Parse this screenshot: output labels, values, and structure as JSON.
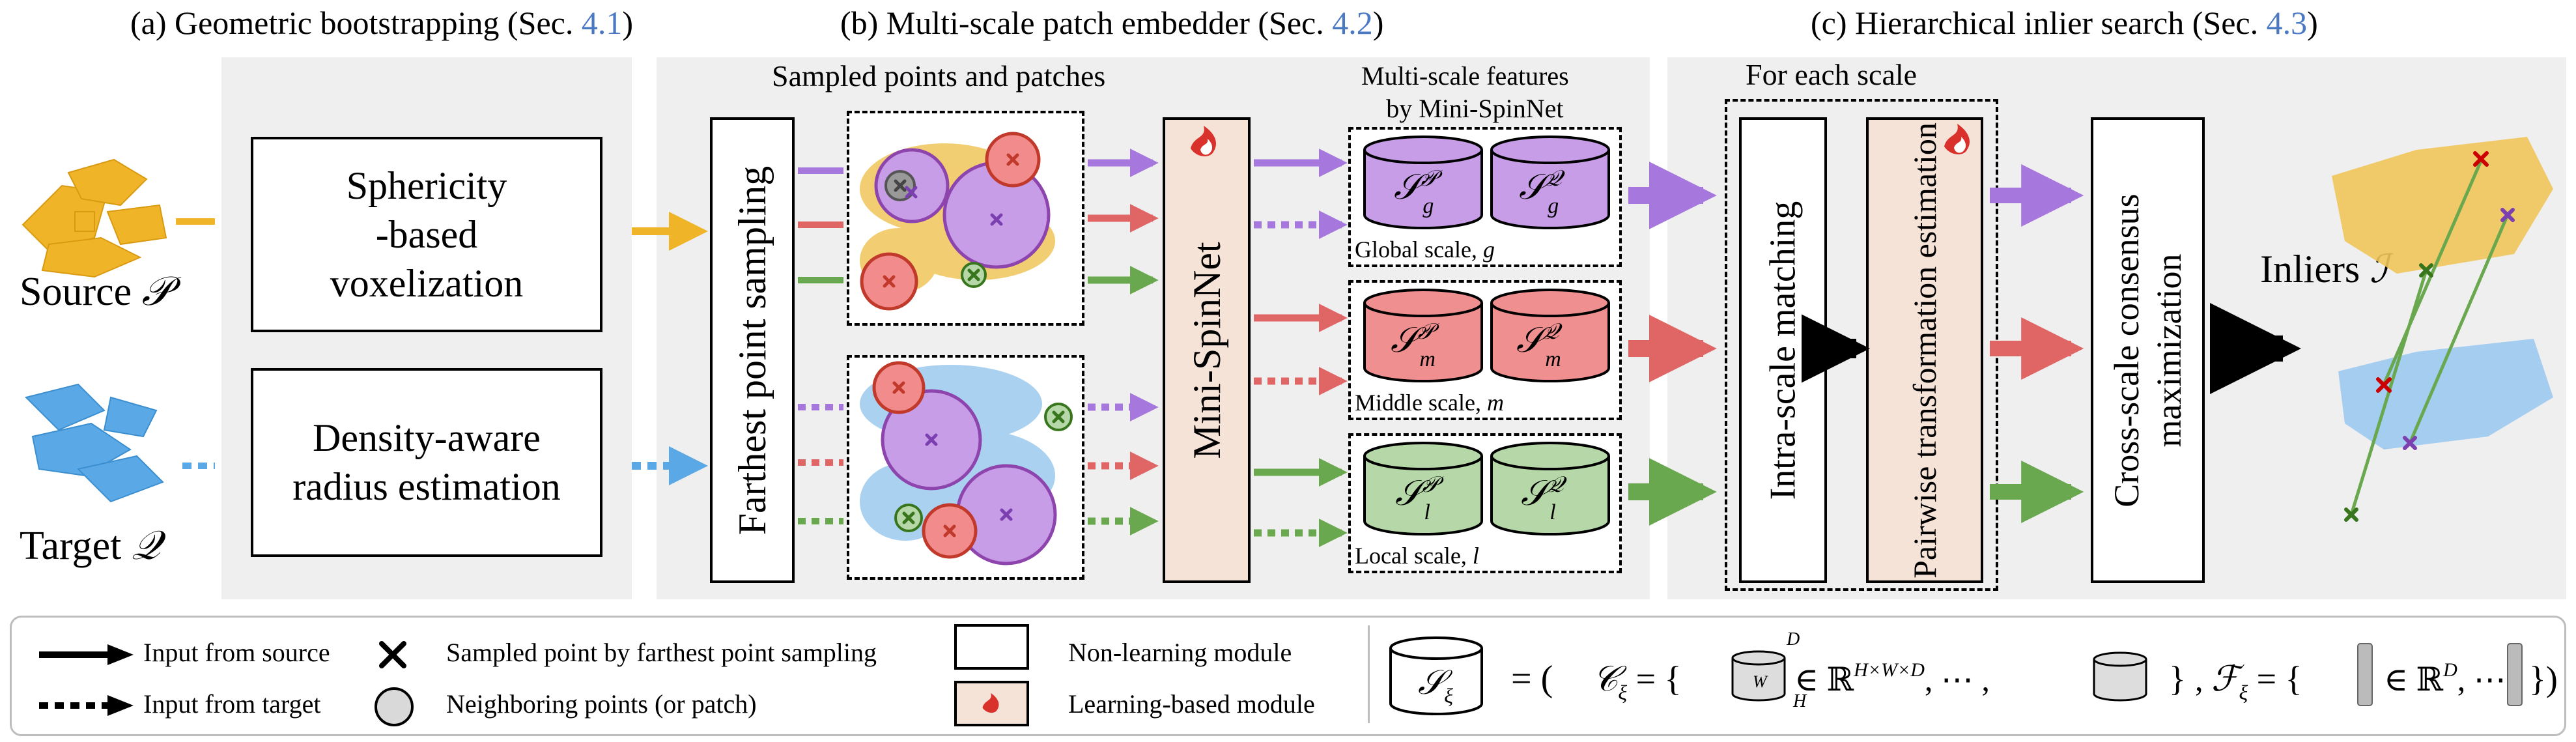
{
  "sections": {
    "a": {
      "title": "(a) Geometric bootstrapping (Sec. ",
      "ref": "4.1",
      "close": ")"
    },
    "b": {
      "title": "(b) Multi-scale patch embedder (Sec. ",
      "ref": "4.2",
      "close": ")"
    },
    "c": {
      "title": "(c) Hierarchical inlier search (Sec. ",
      "ref": "4.3",
      "close": ")"
    }
  },
  "inputs": {
    "source": "Source",
    "target": "Target"
  },
  "modules": {
    "sphericity_line1": "Sphericity",
    "sphericity_line2": "-based",
    "sphericity_line3": "voxelization",
    "density_line1": "Density-aware",
    "density_line2": "radius estimation",
    "fps": "Farthest point sampling",
    "sampled_caption": "Sampled points and patches",
    "mini_spinnet": "Mini-SpinNet",
    "features_caption_line1": "Multi-scale features",
    "features_caption_line2": "by Mini-SpinNet",
    "global_scale": "Global scale,",
    "middle_scale": "Middle scale,",
    "local_scale": "Local scale,",
    "for_each_scale": "For each scale",
    "intra_scale": "Intra-scale matching",
    "pairwise": "Pairwise transformation estimation",
    "cross_scale_line1": "Cross-scale consensus",
    "cross_scale_line2": "maximization",
    "inliers": "Inliers"
  },
  "legend": {
    "input_source": "Input from source",
    "input_target": "Input from target",
    "sampled_point": "Sampled point by farthest point sampling",
    "neighboring": "Neighboring points (or patch)",
    "non_learning": "Non-learning module",
    "learning": "Learning-based module"
  },
  "colors": {
    "source_orange": "#f0b429",
    "target_blue": "#5aa9e6",
    "global_purple": "#a678de",
    "middle_red": "#e06666",
    "local_green": "#6aa84f",
    "panel_gray": "#efefef",
    "learning_fill": "#f6e3d8",
    "ref_blue": "#4a78c2"
  }
}
